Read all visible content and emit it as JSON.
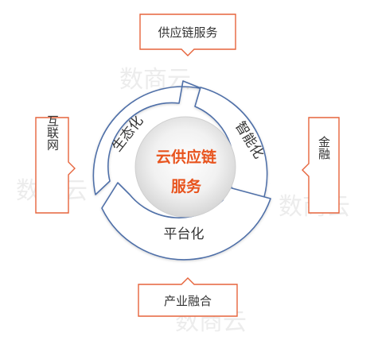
{
  "colors": {
    "callout_border": "#e6643c",
    "ring_stroke": "#4f6fa8",
    "ring_fill": "#ffffff",
    "center_text": "#e8541e",
    "label_text": "#333333",
    "watermark": "#ececec"
  },
  "center": {
    "line1": "云供应链",
    "line2": "服务"
  },
  "segments": {
    "left": "生态化",
    "right": "智能化",
    "bottom": "平台化"
  },
  "callouts": {
    "top": "供应链服务",
    "left": "互联网",
    "right": "金融",
    "bottom": "产业融合"
  },
  "watermark": {
    "text": "数商云"
  }
}
